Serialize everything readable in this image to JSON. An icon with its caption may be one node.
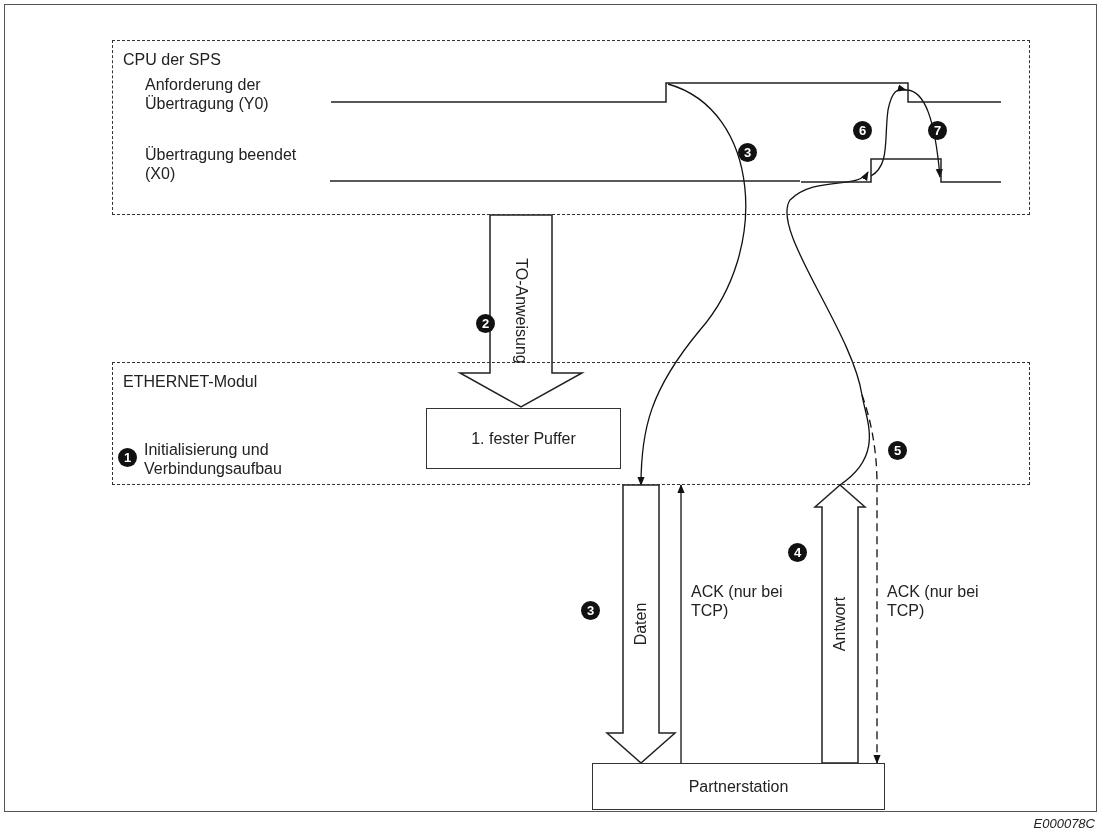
{
  "diagram": {
    "caption": "E000078C",
    "nodes": [
      {
        "text": [
          "CPU der SPS"
        ]
      },
      {
        "text": [],
        "shape": "waveform",
        "in": 0
      },
      {
        "text": [],
        "shape": "waveform",
        "in": 0
      },
      {
        "text": [
          "ETHERNET-Modul"
        ]
      },
      {
        "text": [
          "1. fester Puffer"
        ],
        "in": 3
      },
      {
        "text": [
          "Partnerstation"
        ]
      }
    ],
    "edges": [
      {
        "from": 0,
        "to": 4,
        "arrow": "to",
        "label": "TO-Anweisung",
        "style": "thick"
      },
      {
        "from": 1,
        "to": 3,
        "arrow": "to"
      },
      {
        "from": 3,
        "to": 5,
        "arrow": "to",
        "label": "Daten",
        "style": "thick"
      },
      {
        "from": 5,
        "to": 3,
        "arrow": "to",
        "label": "ACK (nur bei TCP)"
      },
      {
        "from": 5,
        "to": 3,
        "arrow": "to",
        "label": "Antwort",
        "style": "thick"
      },
      {
        "from": 3,
        "to": 2,
        "arrow": "to"
      },
      {
        "from": 3,
        "to": 5,
        "arrow": "to",
        "label": "ACK (nur bei TCP)",
        "style": "dashed"
      },
      {
        "from": 2,
        "to": 1,
        "arrow": "to"
      },
      {
        "from": 1,
        "to": 2,
        "arrow": "to"
      }
    ],
    "labels": [
      "Anforderung der Übertragung (Y0)",
      "6",
      "7",
      "Übertragung beendet (X0)",
      "3",
      "2",
      "5",
      "1",
      "Initialisierung und Verbindungsaufbau",
      "4",
      "3"
    ]
  }
}
